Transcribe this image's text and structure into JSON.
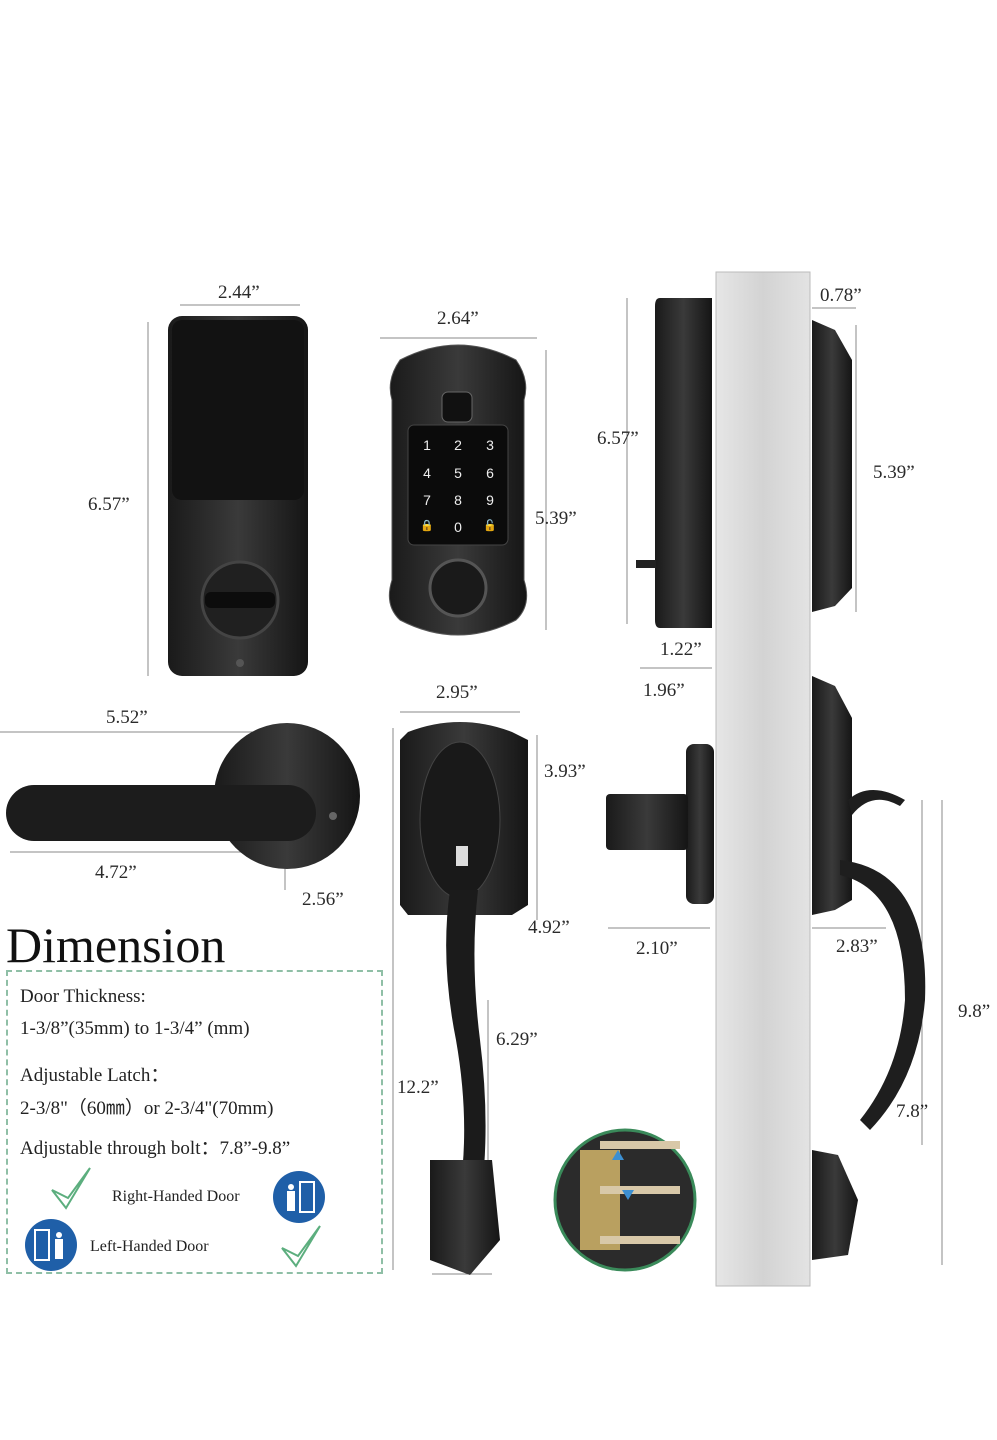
{
  "title": "Dimension",
  "dimensions": {
    "deadbolt_interior_width": "2.44”",
    "deadbolt_interior_height": "6.57”",
    "keypad_width": "2.64”",
    "keypad_height": "5.39”",
    "side_interior_height": "6.57”",
    "side_exterior_depth": "0.78”",
    "side_exterior_height": "5.39”",
    "side_interior_depth": "1.22”",
    "side_total_depth": "1.96”",
    "lever_length": "5.52”",
    "lever_projection": "4.72”",
    "lever_rose_diameter": "2.56”",
    "handleset_width": "2.95”",
    "handleset_plate_top": "3.93”",
    "handleset_plate_height": "4.92”",
    "knob_projection": "2.10”",
    "handle_projection": "2.83”",
    "bolt_max": "9.8”",
    "bolt_min": "7.8”",
    "grip_length": "6.29”",
    "handleset_height": "12.2”"
  },
  "keypad": {
    "keys": [
      "1",
      "2",
      "3",
      "4",
      "5",
      "6",
      "7",
      "8",
      "9",
      "🔒",
      "0",
      "🔓"
    ]
  },
  "specs": {
    "door_thickness_label": "Door Thickness:",
    "door_thickness_value": "1-3/8”(35mm) to 1-3/4” (mm)",
    "latch_label": "Adjustable Latch：",
    "latch_value": "2-3/8\"（60㎜）or 2-3/4\"(70mm)",
    "bolt_label": "Adjustable through bolt：7.8”-9.8”",
    "right_handed": "Right-Handed Door",
    "left_handed": "Left-Handed Door"
  },
  "colors": {
    "accent": "#1f5fa8",
    "check": "#5cae7e",
    "box_border": "#8fbfa6"
  }
}
